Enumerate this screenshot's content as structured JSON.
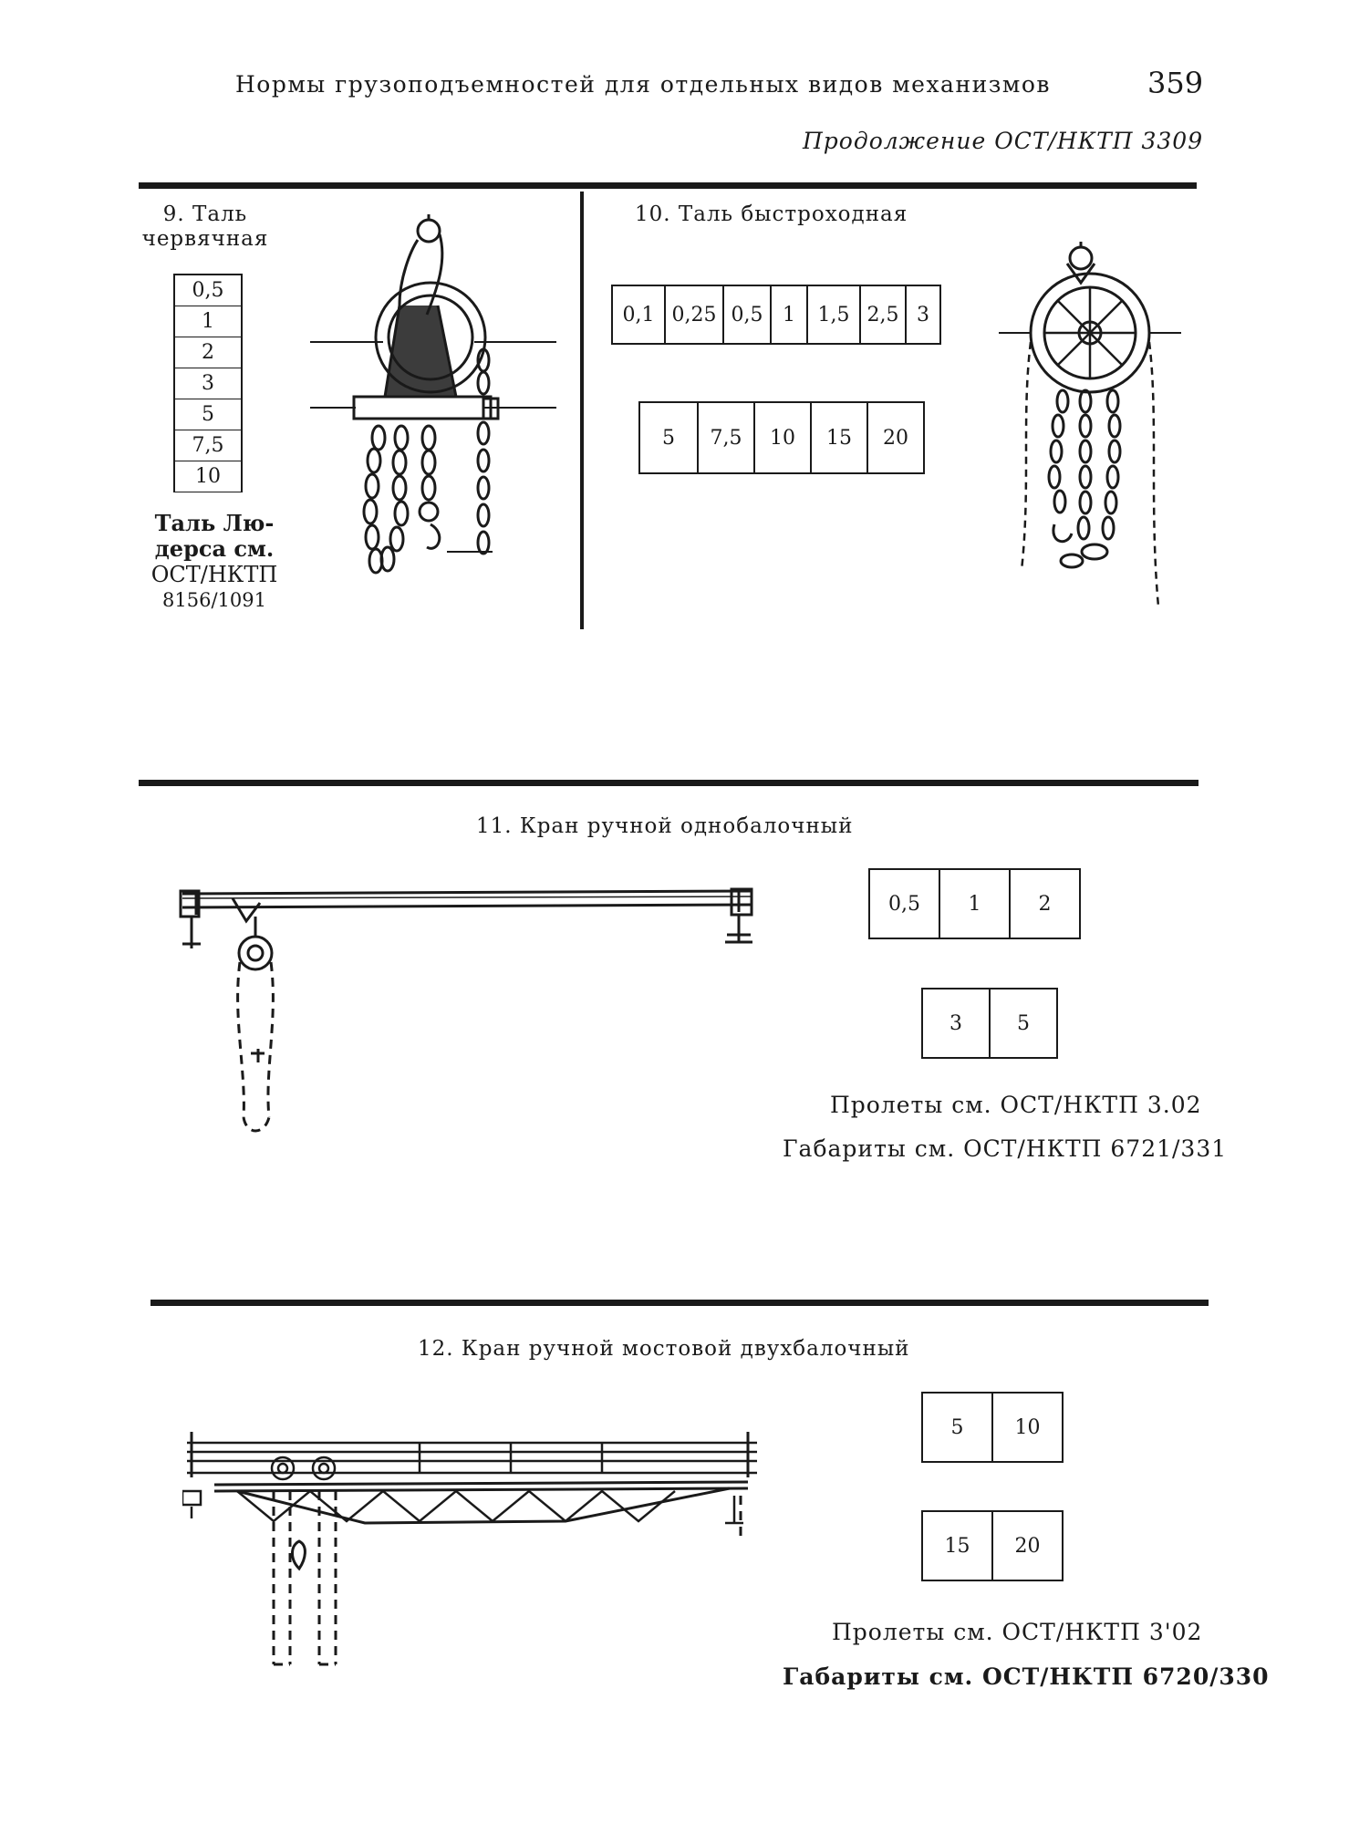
{
  "header": {
    "running_title": "Нормы грузоподъемностей для отдельных видов механизмов",
    "page_number": "359",
    "continuation": "Продолжение ОСТ/НКТП 3309"
  },
  "item9": {
    "title_line1": "9. Таль",
    "title_line2": "червячная",
    "capacities": [
      "0,5",
      "1",
      "2",
      "3",
      "5",
      "7,5",
      "10"
    ],
    "note_line1": "Таль Лю-",
    "note_line2": "дерса см.",
    "note_line3": "ОСТ/НКТП",
    "note_line4": "8156/1091"
  },
  "item10": {
    "title": "10. Таль быстроходная",
    "capacities_row1": [
      "0,1",
      "0,25",
      "0,5",
      "1",
      "1,5",
      "2,5",
      "3"
    ],
    "capacities_row2": [
      "5",
      "7,5",
      "10",
      "15",
      "20"
    ]
  },
  "item11": {
    "title": "11. Кран ручной однобалочный",
    "capacities_row1": [
      "0,5",
      "1",
      "2"
    ],
    "capacities_row2": [
      "3",
      "5"
    ],
    "spans_ref": "Пролеты см. ОСТ/НКТП 3.02",
    "dims_ref": "Габариты см. ОСТ/НКТП 6721/331"
  },
  "item12": {
    "title": "12. Кран ручной мостовой двухбалочный",
    "capacities_row1": [
      "5",
      "10"
    ],
    "capacities_row2": [
      "15",
      "20"
    ],
    "spans_ref": "Пролеты см. ОСТ/НКТП 3'02",
    "dims_ref": "Габариты см. ОСТ/НКТП 6720/330"
  }
}
